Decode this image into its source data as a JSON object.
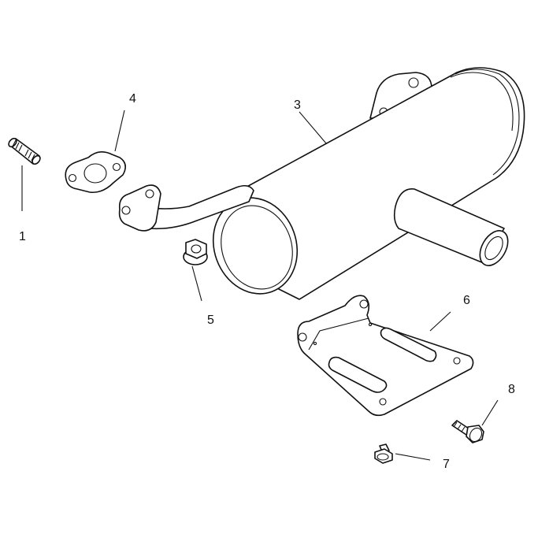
{
  "callouts": [
    "1",
    "3",
    "4",
    "5",
    "6",
    "7",
    "8"
  ],
  "parts": [
    {
      "num": "1",
      "icon": "threaded-stud-icon"
    },
    {
      "num": "3",
      "icon": "muffler-icon"
    },
    {
      "num": "4",
      "icon": "exhaust-gasket-icon"
    },
    {
      "num": "5",
      "icon": "flange-nut-icon"
    },
    {
      "num": "6",
      "icon": "mounting-bracket-icon"
    },
    {
      "num": "7",
      "icon": "small-bolt-icon"
    },
    {
      "num": "8",
      "icon": "flange-bolt-icon"
    }
  ]
}
